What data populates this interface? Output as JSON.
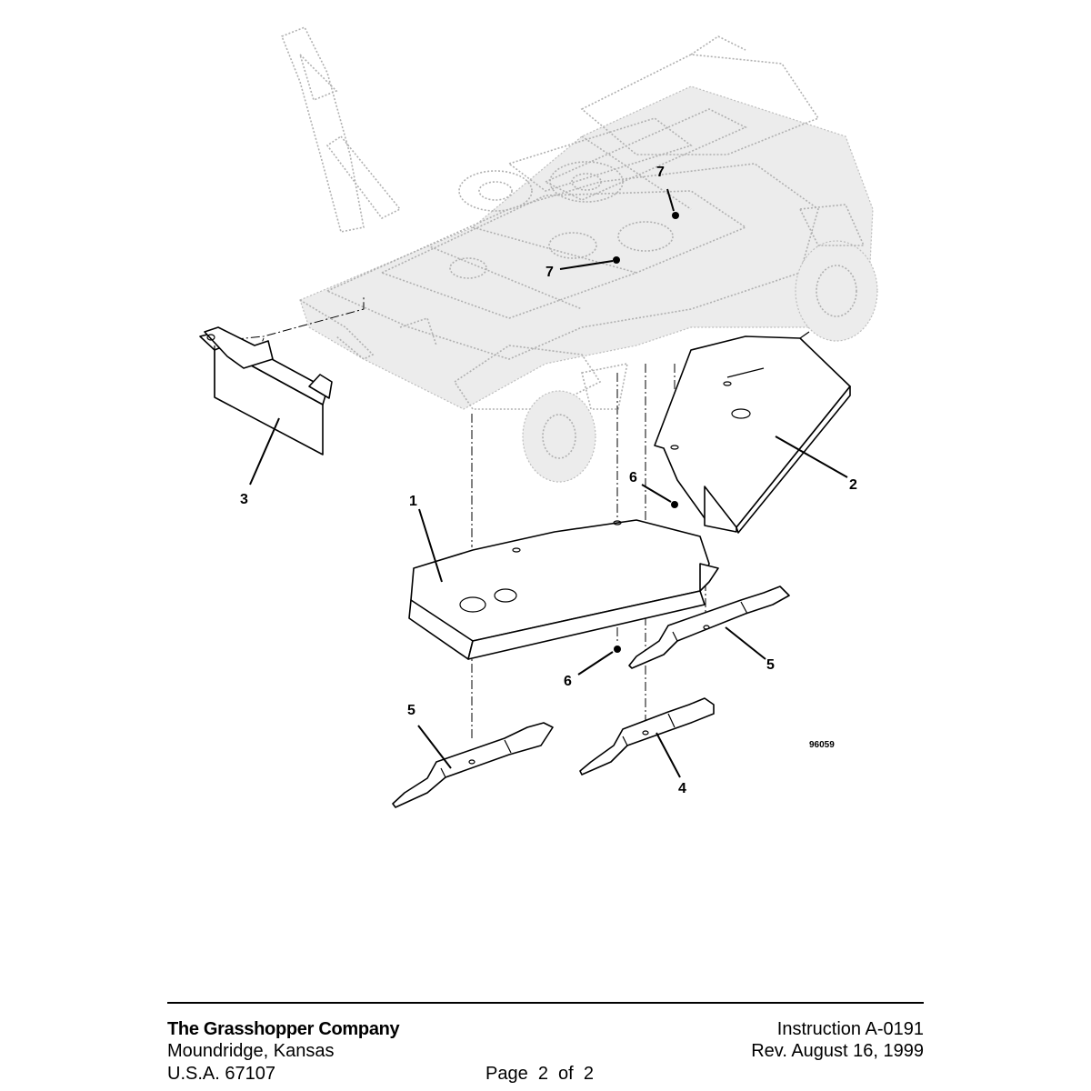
{
  "figure": {
    "number": "96059",
    "callouts": [
      {
        "id": "c1",
        "label": "1"
      },
      {
        "id": "c2",
        "label": "2"
      },
      {
        "id": "c3",
        "label": "3"
      },
      {
        "id": "c4",
        "label": "4"
      },
      {
        "id": "c5a",
        "label": "5"
      },
      {
        "id": "c5b",
        "label": "5"
      },
      {
        "id": "c6a",
        "label": "6"
      },
      {
        "id": "c6b",
        "label": "6"
      },
      {
        "id": "c7a",
        "label": "7"
      },
      {
        "id": "c7b",
        "label": "7"
      }
    ]
  },
  "footer": {
    "company": "The Grasshopper Company",
    "city": "Moundridge, Kansas",
    "country_zip": "U.S.A. 67107",
    "page": "Page  2  of  2",
    "instruction": "Instruction A-0191",
    "revision": "Rev. August 16, 1999"
  }
}
